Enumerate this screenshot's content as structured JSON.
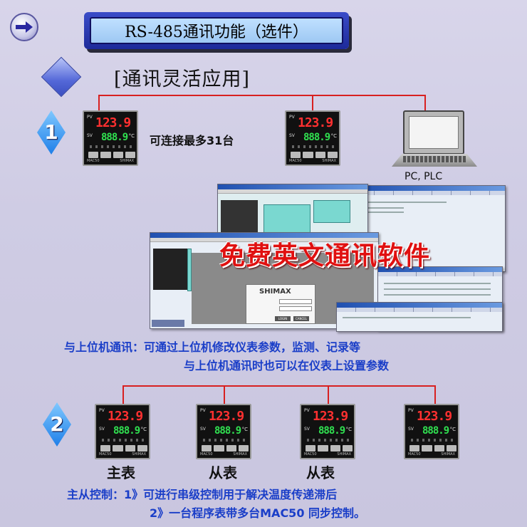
{
  "header": {
    "title": "RS-485通讯功能（选件）",
    "subtitle": "[通讯灵活应用]"
  },
  "section1": {
    "number": "1",
    "connect_text": "可连接最多31台",
    "pc_label": "PC, PLC",
    "software_caption": "免费英文通讯软件",
    "login_window": {
      "brand": "SHIMAX",
      "login_button": "LOGIN",
      "cancel_button": "CANCEL"
    },
    "note_line1": "与上位机通讯：可通过上位机修改仪表参数，监测、记录等",
    "note_line2": "与上位机通讯时也可以在仪表上设置参数"
  },
  "section2": {
    "number": "2",
    "roles": [
      "主表",
      "从表",
      "从表"
    ],
    "note_line1": "主从控制：1》可进行串级控制用于解决温度传递滞后",
    "note_line2": "2》一台程序表带多台MAC50 同步控制。"
  },
  "controller": {
    "pv_label": "PV",
    "sv_label": "SV",
    "pv_value": "123.9",
    "sv_value": "888.9",
    "unit": "°C",
    "brand": "MAC50",
    "maker": "SHIMAX"
  },
  "colors": {
    "wire": "#d82020",
    "pv_digits": "#ff3030",
    "sv_digits": "#30e050",
    "note_text": "#1a3ec8",
    "software_caption": "#e01010",
    "title_bar": "#1d2a9a"
  },
  "icons": {
    "nav": "right-arrow-icon",
    "bullet": "diamond-icon",
    "computer": "laptop-icon"
  }
}
